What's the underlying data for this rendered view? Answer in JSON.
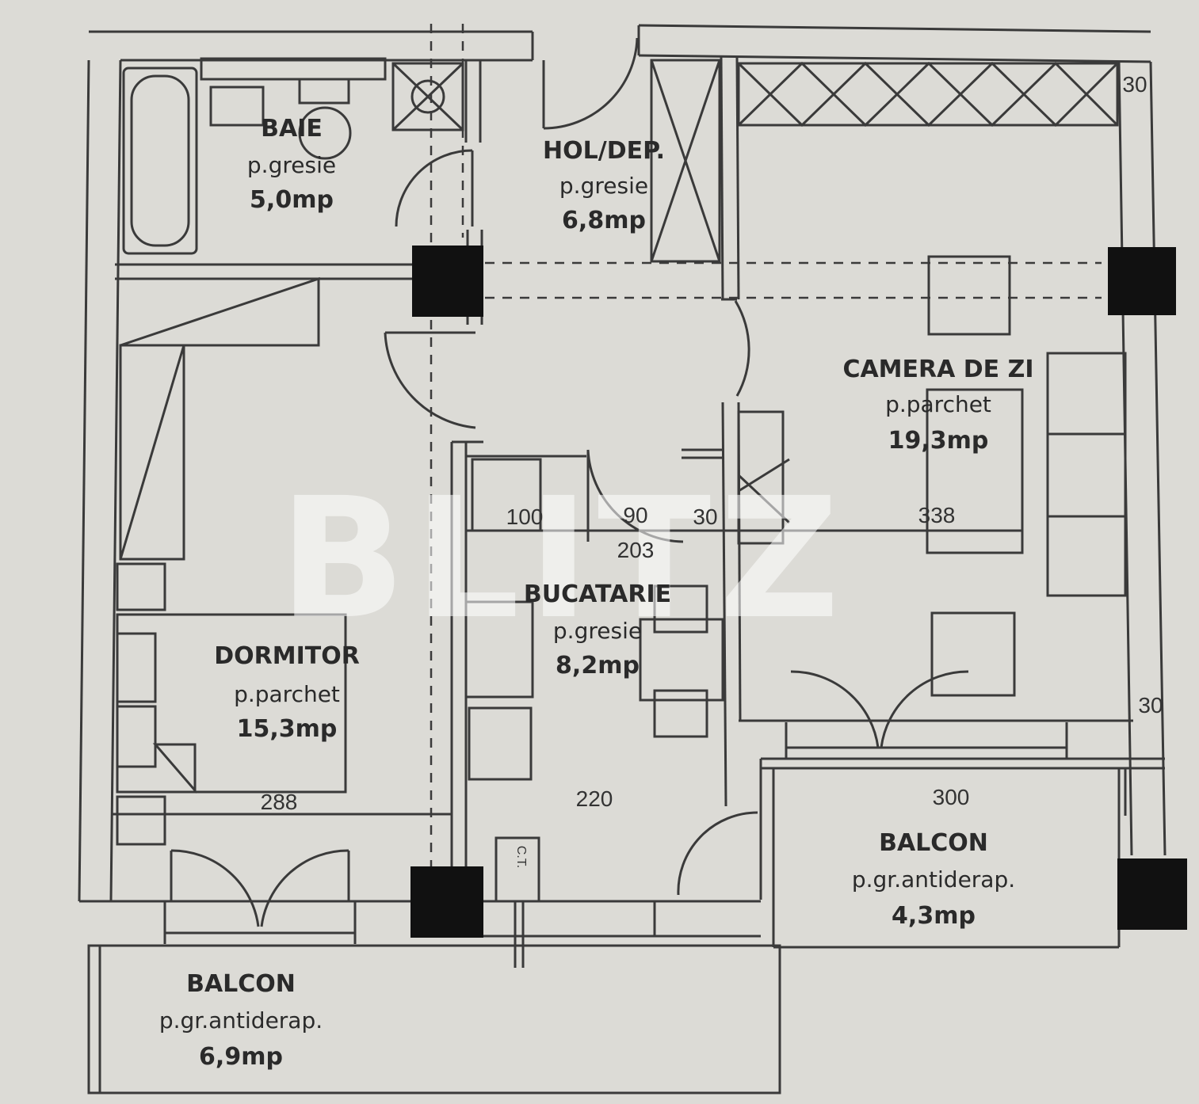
{
  "watermark": "BLITZ",
  "colors": {
    "background": "#dcdbd6",
    "line": "#3a3a3a",
    "column": "#111111"
  },
  "rooms": {
    "baie": {
      "name": "BAIE",
      "floor": "p.gresie",
      "area": "5,0mp"
    },
    "hol": {
      "name": "HOL/DEP.",
      "floor": "p.gresie",
      "area": "6,8mp"
    },
    "camera": {
      "name": "CAMERA DE ZI",
      "floor": "p.parchet",
      "area": "19,3mp"
    },
    "bucatarie": {
      "name": "BUCATARIE",
      "floor": "p.gresie",
      "area": "8,2mp"
    },
    "dormitor": {
      "name": "DORMITOR",
      "floor": "p.parchet",
      "area": "15,3mp"
    },
    "balcon_right": {
      "name": "BALCON",
      "floor": "p.gr.antiderap.",
      "area": "4,3mp"
    },
    "balcon_left": {
      "name": "BALCON",
      "floor": "p.gr.antiderap.",
      "area": "6,9mp"
    }
  },
  "dimensions": {
    "d100": "100",
    "d90": "90",
    "d30a": "30",
    "d338": "338",
    "d203": "203",
    "d288": "288",
    "d220": "220",
    "d300": "300",
    "d30b": "30",
    "d30c": "30"
  },
  "fixtures": {
    "ct": "C.T."
  }
}
